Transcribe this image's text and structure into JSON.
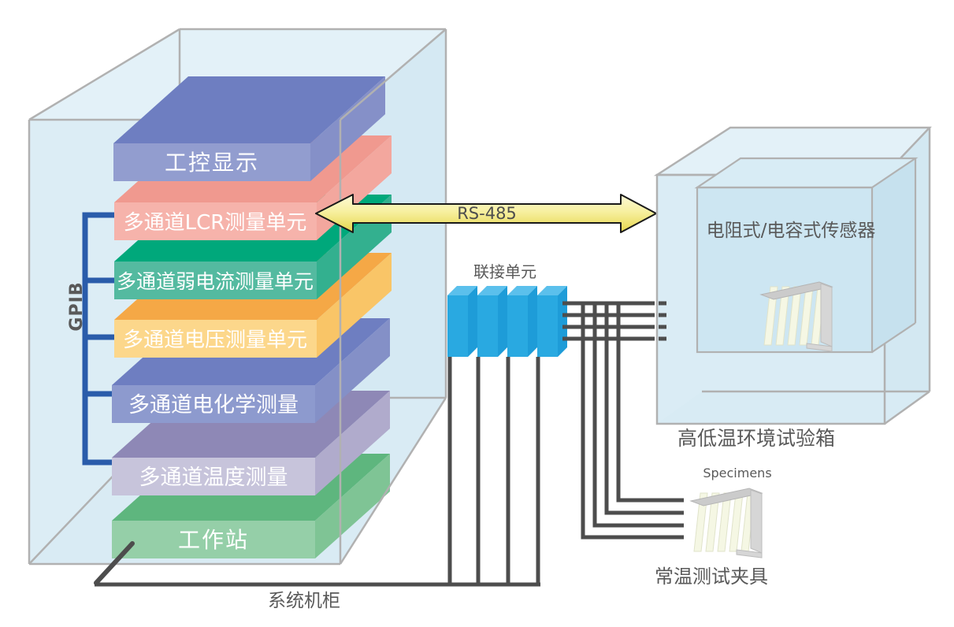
{
  "diagram_title": "measurement-system-architecture",
  "palette": {
    "background": "#ffffff",
    "cabinet_fill": "#dcedf5",
    "cabinet_stroke": "#b1b1b1",
    "wire": "#4d4d4d",
    "gpib_bus": "#2a5caa",
    "label_gray": "#595959",
    "arrow_top": "#fdfbd8",
    "arrow_bottom": "#e6d54a"
  },
  "cabinet": {
    "label": "系统机柜",
    "bus_label": "GPIB",
    "slabs": [
      {
        "label": "工控显示",
        "front": "#929dcf",
        "top": "#6e7ec1",
        "side": "#8590c8"
      },
      {
        "label": "多通道LCR测量单元",
        "front": "#f6b3ab",
        "top": "#f0998f",
        "side": "#f3a79e"
      },
      {
        "label": "多通道弱电流测量单元",
        "front": "#54baa0",
        "top": "#00a87b",
        "side": "#33b08f"
      },
      {
        "label": "多通道电压测量单元",
        "front": "#fcd78b",
        "top": "#f5a846",
        "side": "#f9c567"
      },
      {
        "label": "多通道电化学测量",
        "front": "#8d9ace",
        "top": "#6e7ec1",
        "side": "#8490c7"
      },
      {
        "label": "多通道温度测量",
        "front": "#c7c4db",
        "top": "#8e88b6",
        "side": "#b0abcc"
      },
      {
        "label": "工作站",
        "front": "#95cfa8",
        "top": "#5eb67e",
        "side": "#7fc495"
      }
    ]
  },
  "bus_link": {
    "label": "RS-485"
  },
  "junction": {
    "label": "联接单元",
    "box_front": "#29a9e1",
    "box_top": "#5bc0ec",
    "box_side": "#1e9cd8"
  },
  "chamber": {
    "label": "高低温环境试验箱",
    "sensor_label": "电阻式/电容式传感器"
  },
  "fixture": {
    "label": "常温测试夹具",
    "specimens_label": "Specimens"
  }
}
